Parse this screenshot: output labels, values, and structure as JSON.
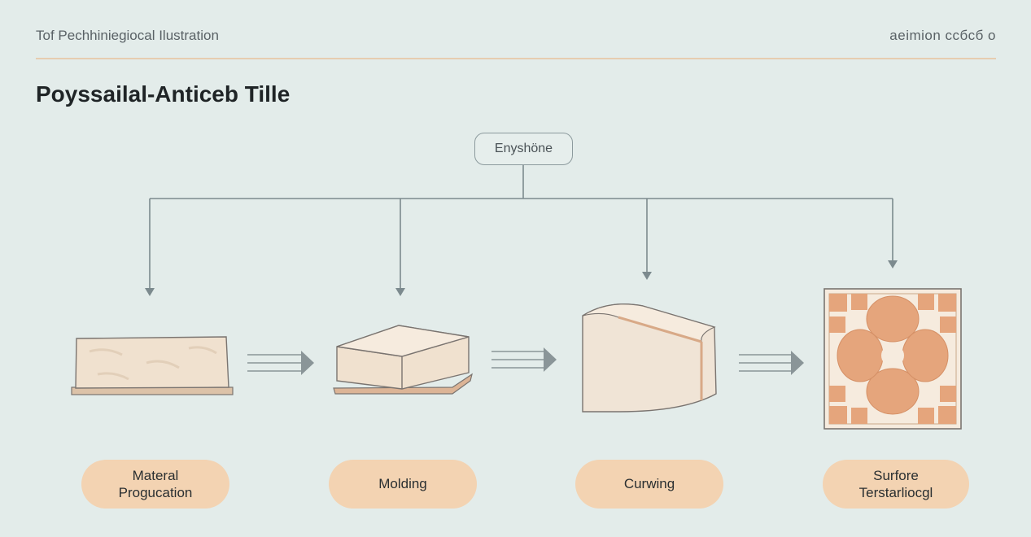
{
  "header": {
    "left_text": "Tof Pechhiniegiocal Ilustration",
    "right_text": "aeimion ссбсб o"
  },
  "title": "Poyssailal-Anticeb Tille",
  "top_node": {
    "label": "Enyshöne"
  },
  "steps": [
    {
      "label_line1": "Materal",
      "label_line2": "Progucation"
    },
    {
      "label_line1": "Molding",
      "label_line2": ""
    },
    {
      "label_line1": "Curwing",
      "label_line2": ""
    },
    {
      "label_line1": "Surfore",
      "label_line2": "Terstarliocgl"
    }
  ],
  "colors": {
    "background": "#e3ecea",
    "connector": "#7c8a8e",
    "pill_fill": "#f3d3b2",
    "slab_fill": "#f0e1cf",
    "tile_accent": "#e5a57c",
    "rule": "#e7cdb0"
  }
}
